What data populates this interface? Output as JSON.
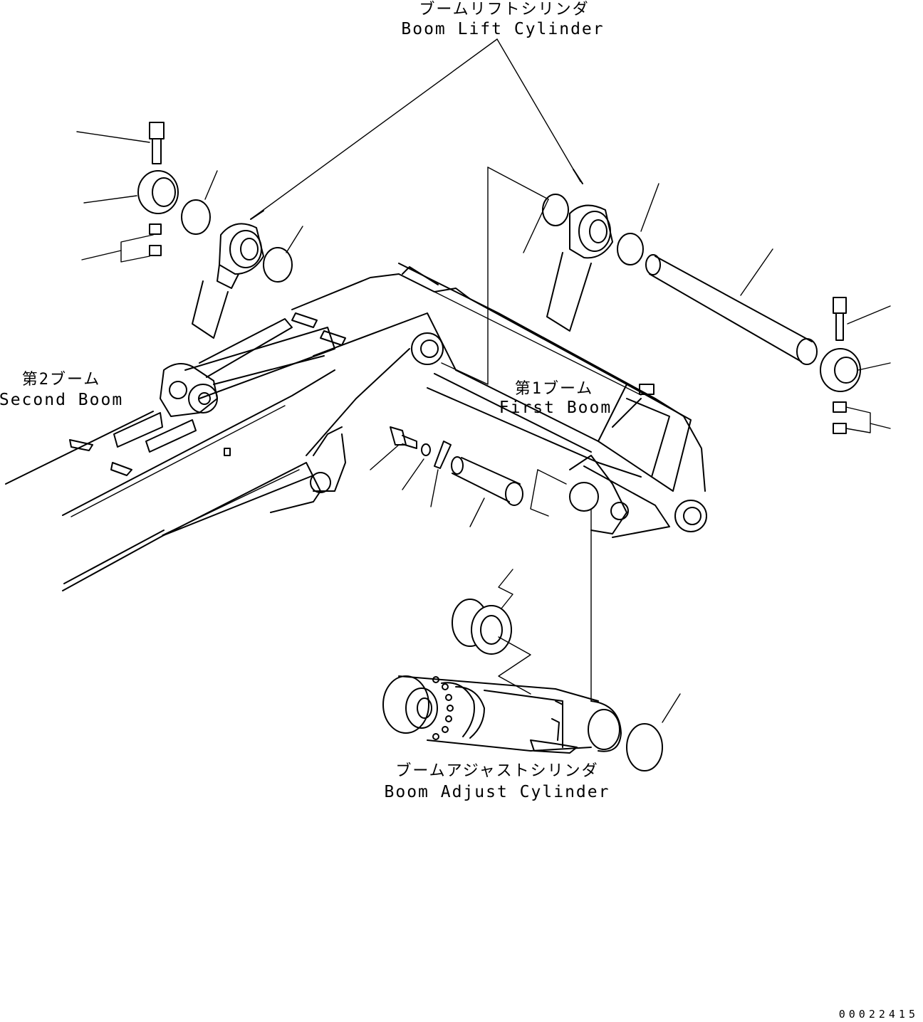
{
  "labels": {
    "boom_lift_cylinder_jp": "ブームリフトシリンダ",
    "boom_lift_cylinder_en": "Boom Lift Cylinder",
    "second_boom_jp": "第2ブーム",
    "second_boom_en": "Second Boom",
    "first_boom_jp": "第1ブーム",
    "first_boom_en": "First Boom",
    "boom_adjust_cylinder_jp": "ブームアジャストシリンダ",
    "boom_adjust_cylinder_en": "Boom Adjust Cylinder"
  },
  "drawing_number": "00022415"
}
